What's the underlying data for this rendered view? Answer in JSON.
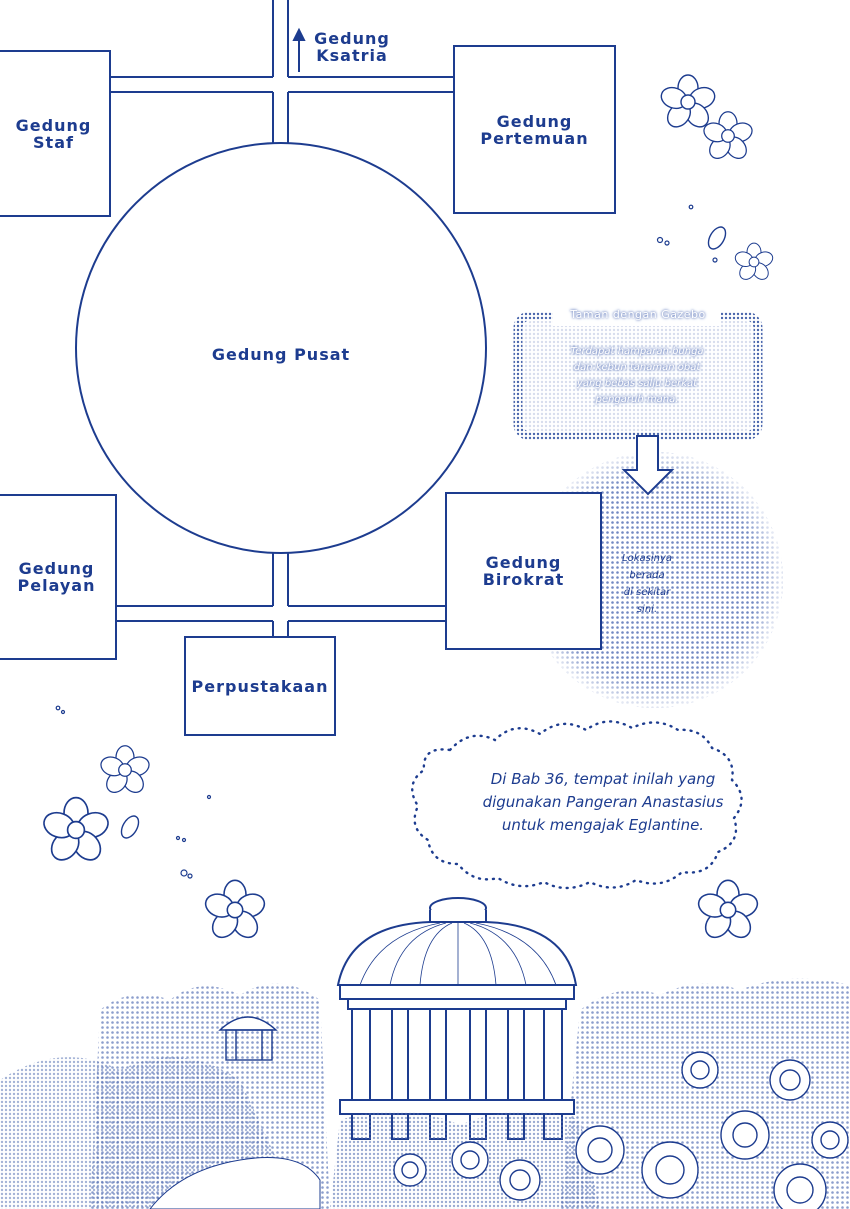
{
  "buildings": {
    "ksatria": "Gedung\nKsatria",
    "staf": "Gedung\nStaf",
    "pertemuan": "Gedung\nPertemuan",
    "pusat": "Gedung Pusat",
    "pelayan": "Gedung\nPelayan",
    "birokrat": "Gedung\nBirokrat",
    "perpustakaan": "Perpustakaan"
  },
  "callout": {
    "title": "Taman dengan Gazebo",
    "body": "Terdapat hamparan bunga\ndan kebun tanaman obat\nyang bebas salju berkat\npengaruh mana."
  },
  "location_note": "Lokasinya\nberada\ndi sekitar\nsini.",
  "cloud_note": "Di Bab 36, tempat inilah yang\ndigunakan Pangeran Anastasius\nuntuk mengajak Eglantine.",
  "colors": {
    "ink": "#1d3c8f",
    "dots": "#5a74b8"
  },
  "icons": [
    "arrow-up-icon",
    "arrow-down-icon",
    "flower-icon",
    "gazebo-illustration"
  ]
}
